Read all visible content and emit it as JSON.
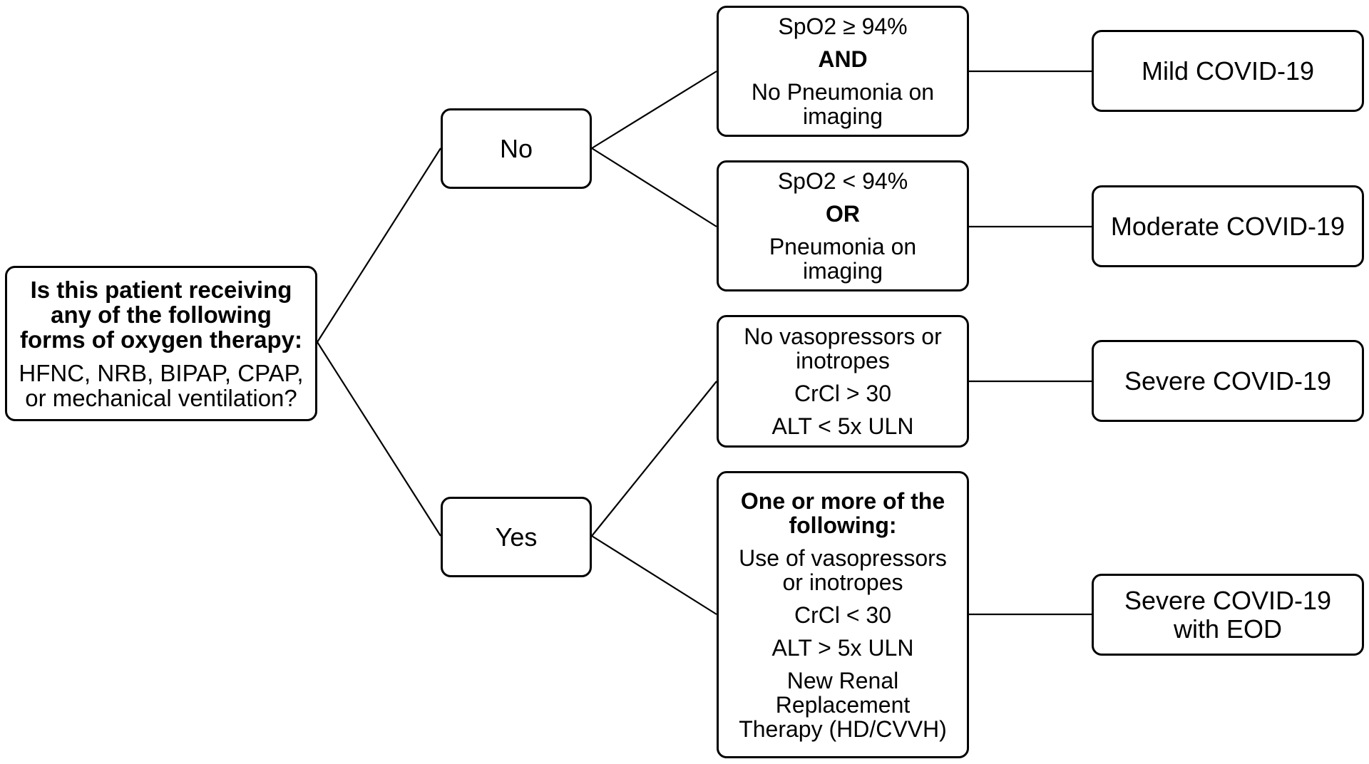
{
  "question": {
    "bold_lines": [
      "Is this patient receiving",
      "any of the following",
      "forms of oxygen therapy:"
    ],
    "lines": [
      "HFNC, NRB, BIPAP, CPAP,",
      "or mechanical ventilation?"
    ]
  },
  "answers": {
    "no": "No",
    "yes": "Yes"
  },
  "criteria": {
    "mild": {
      "line1": "SpO2 ≥  94%",
      "connector": "AND",
      "line2": "No Pneumonia on",
      "line3": "imaging"
    },
    "moderate": {
      "line1": "SpO2 < 94%",
      "connector": "OR",
      "line2": "Pneumonia on",
      "line3": "imaging"
    },
    "severe": {
      "line1": "No vasopressors or",
      "line2": "inotropes",
      "line3": "CrCl > 30",
      "line4": "ALT < 5x ULN"
    },
    "eod": {
      "heading1": "One or more of the",
      "heading2": "following:",
      "item1a": "Use of vasopressors",
      "item1b": "or inotropes",
      "item2": "CrCl < 30",
      "item3": "ALT > 5x ULN",
      "item4a": "New Renal",
      "item4b": "Replacement",
      "item4c": "Therapy (HD/CVVH)"
    }
  },
  "outcomes": {
    "mild": "Mild COVID-19",
    "moderate": "Moderate COVID-19",
    "severe": "Severe COVID-19",
    "eod_line1": "Severe COVID-19",
    "eod_line2": "with EOD"
  }
}
